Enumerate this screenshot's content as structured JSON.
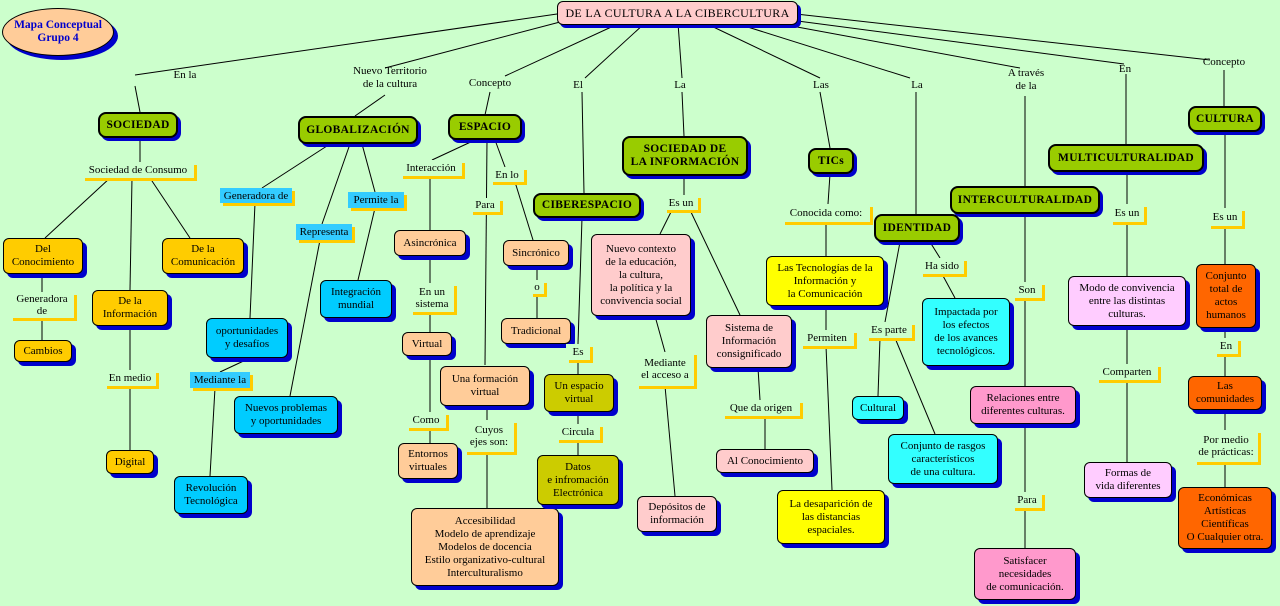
{
  "badge": "Mapa Conceptual\nGrupo 4",
  "title": "DE LA CULTURA A LA CIBERCULTURA",
  "nodes": {
    "l_en_la": "En la",
    "l_nuevo_territorio": "Nuevo Territorio\nde la cultura",
    "l_concepto1": "Concepto",
    "l_el": "El",
    "l_la1": "La",
    "l_las": "Las",
    "l_la2": "La",
    "l_a_traves": "A través\nde la",
    "l_en": "En",
    "l_concepto2": "Concepto",
    "sociedad": "SOCIEDAD",
    "globalizacion": "GLOBALIZACIÓN",
    "espacio": "ESPACIO",
    "ciberespacio": "CIBERESPACIO",
    "sociedad_info": "SOCIEDAD DE\nLA INFORMACIÓN",
    "tics": "TICs",
    "identidad": "IDENTIDAD",
    "interculturalidad": "INTERCULTURALIDAD",
    "multiculturalidad": "MULTICULTURALIDAD",
    "cultura": "CULTURA",
    "soc_consumo": "Sociedad de Consumo",
    "del_conocimiento": "Del\nConocimiento",
    "generadora_de1": "Generadora\nde",
    "cambios": "Cambios",
    "de_la_informacion": "De la\nInformación",
    "en_medio": "En medio",
    "digital": "Digital",
    "de_la_comunicacion": "De la\nComunicación",
    "generadora_de2": "Generadora de",
    "oportunidades": "oportunidades\ny desafíos",
    "mediante_la": "Mediante la",
    "revolucion": "Revolución\nTecnológica",
    "representa": "Representa",
    "nuevos_problemas": "Nuevos problemas\ny oportunidades",
    "permite_la": "Permite la",
    "integracion": "Integración\nmundial",
    "interaccion": "Interacción",
    "asincronica": "Asincrónica",
    "en_un_sistema": "En un\nsistema",
    "virtual": "Virtual",
    "como": "Como",
    "entornos": "Entornos\nvirtuales",
    "para1": "Para",
    "formacion_virtual": "Una formación\nvirtual",
    "cuyos_ejes": "Cuyos\nejes son:",
    "ejes_list": "Accesibilidad\nModelo de aprendizaje\nModelos de docencia\nEstilo organizativo-cultural\nInterculturalismo",
    "en_lo": "En lo",
    "sincronico": "Sincrónico",
    "o": "o",
    "tradicional": "Tradicional",
    "es1": "Es",
    "espacio_virtual": "Un espacio\nvirtual",
    "circula": "Circula",
    "datos": "Datos\ne infromación\nElectrónica",
    "es_un1": "Es un",
    "nuevo_contexto": "Nuevo contexto\nde la educación,\nla cultura,\nla política y la\nconvivencia social",
    "mediante_acceso": "Mediante\nel acceso a",
    "depositos": "Depósitos de\ninformación",
    "sistema_info": "Sistema de\nInformación\nconsignificado",
    "que_da_origen": "Que da origen",
    "al_conocimiento": "Al Conocimiento",
    "conocida_como": "Conocida como:",
    "tecnologias": "Las Tecnologías de la\nInformación y\nla Comunicación",
    "permiten": "Permiten",
    "desaparicion": "La desaparición de\nlas distancias\nespaciales.",
    "es_parte": "Es parte",
    "cultural": "Cultural",
    "ha_sido": "Ha sido",
    "impactada": "Impactada por\nlos efectos\nde los avances\ntecnológicos.",
    "conjunto_rasgos": "Conjunto de rasgos\ncaracterísticos\nde una cultura.",
    "son": "Son",
    "relaciones": "Relaciones entre\ndiferentes culturas.",
    "para2": "Para",
    "satisfacer": "Satisfacer\nnecesidades\nde comunicación.",
    "es_un2": "Es un",
    "modo_convivencia": "Modo de convivencia\nentre las distintas\nculturas.",
    "comparten": "Comparten",
    "formas_vida": "Formas de\nvida diferentes",
    "es_un3": "Es un",
    "conjunto_actos": "Conjunto\ntotal de\nactos\nhumanos",
    "en2": "En",
    "las_comunidades": "Las\ncomunidades",
    "por_medio": "Por medio\nde prácticas:",
    "practicas": "Económicas\nArtísticas\nCientíficas\nO Cualquier otra."
  }
}
